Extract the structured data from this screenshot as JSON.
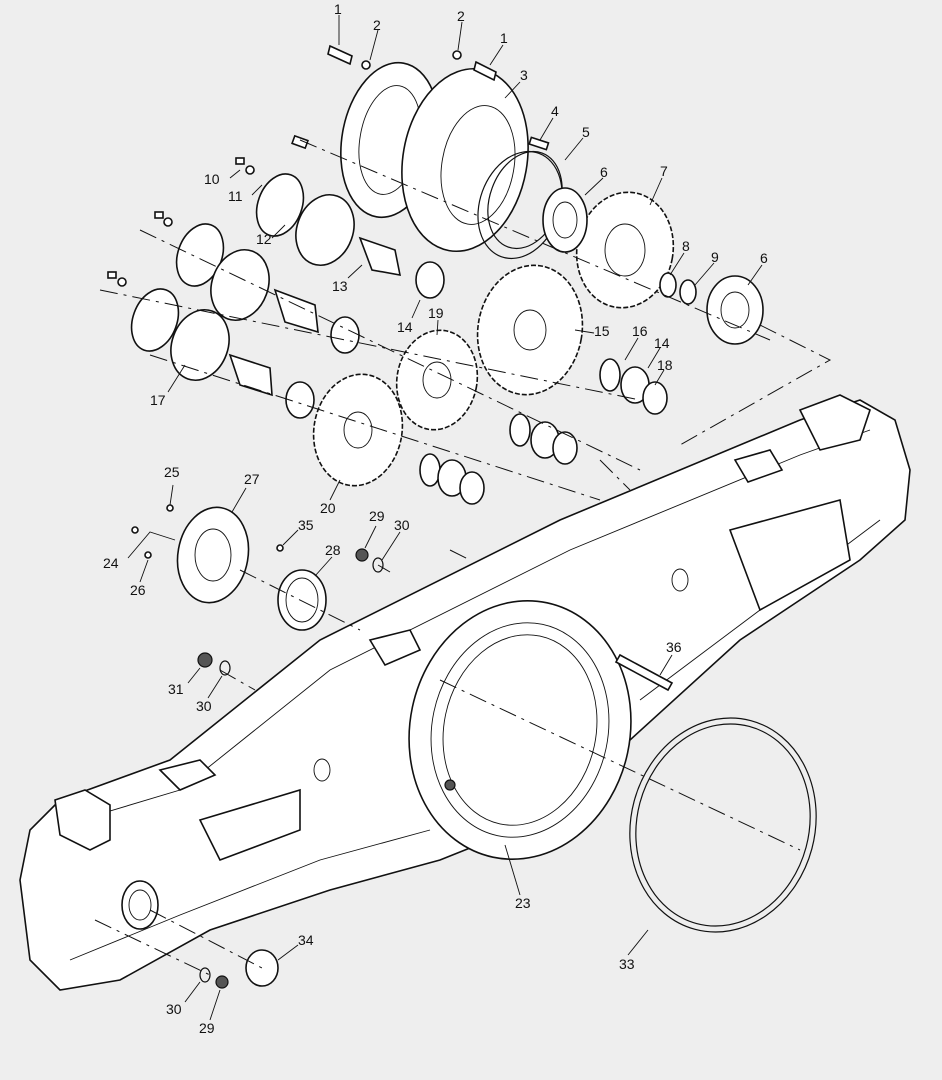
{
  "callouts": {
    "c1a": "1",
    "c1b": "1",
    "c2a": "2",
    "c2b": "2",
    "c3": "3",
    "c4": "4",
    "c5": "5",
    "c6a": "6",
    "c6b": "6",
    "c7": "7",
    "c8": "8",
    "c9": "9",
    "c10": "10",
    "c11": "11",
    "c12": "12",
    "c13": "13",
    "c14a": "14",
    "c14b": "14",
    "c15": "15",
    "c16": "16",
    "c17": "17",
    "c18": "18",
    "c19": "19",
    "c20": "20",
    "c23": "23",
    "c24": "24",
    "c25": "25",
    "c26": "26",
    "c27": "27",
    "c28": "28",
    "c29a": "29",
    "c29b": "29",
    "c30a": "30",
    "c30b": "30",
    "c30c": "30",
    "c31": "31",
    "c33": "33",
    "c34": "34",
    "c35": "35",
    "c36": "36"
  },
  "colors": {
    "background": "#eeeeee",
    "ink": "#111111",
    "part_fill": "#ffffff"
  }
}
